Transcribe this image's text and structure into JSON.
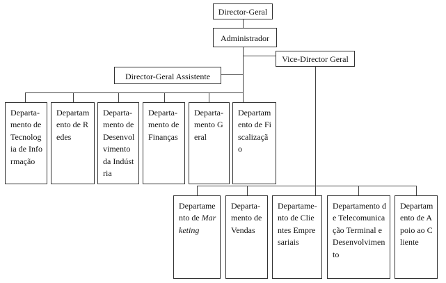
{
  "top": {
    "director_geral": "Director-Geral",
    "administrador": "Administrador",
    "vice_director": "Vice-Director Geral",
    "director_assistente": "Director-Geral Assistente"
  },
  "departments_row1": [
    "Depart­a­mento de Tecnolo­gia de Informaç­ão",
    "Depart­a­mento de Redes",
    "Depart­a­mento de Desenvo­lvimento da Indústria",
    "Depart­a­mento de Finanças",
    "Depart­a­mento Geral",
    "Depart­a­mento de Fiscaliza­ção"
  ],
  "departments_row2": [
    {
      "before": "Departam­ento de",
      "italic": "Marketing"
    },
    {
      "before": "Depart­a­mento de Vendas",
      "italic": ""
    },
    {
      "before": "Departame­nto de Clientes Empresari­ais",
      "italic": ""
    },
    {
      "before": "Departamento de Telecomunicaç­ão Terminal e Desenvolvime­nto",
      "italic": ""
    },
    {
      "before": "Depart­a­mento de Apoio ao Cliente",
      "italic": ""
    }
  ]
}
